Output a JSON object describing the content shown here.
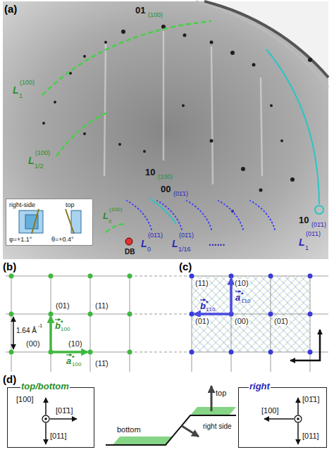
{
  "diagram": {
    "nodes": [
      {
        "text": [
          "right-side",
          "top",
          "φ=+1.1°",
          "θ=+0.4°"
        ]
      },
      {
        "text": [
          "top/bottom",
          "[100]",
          "[01̄1]",
          "[011]"
        ]
      },
      {
        "text": [
          "right",
          "[01̄1]",
          "[100]",
          "[011]"
        ]
      }
    ],
    "labels": [
      "(a)",
      "01",
      "(100)",
      "L",
      "1",
      "(100)",
      "L",
      "1/2",
      "(100)",
      "10",
      "(100)",
      "00",
      "(01̄1)",
      "L",
      "0",
      "(100)",
      "DB",
      "L",
      "0",
      "(01̄1)",
      "L",
      "1/16",
      "(01̄1)",
      "......",
      "L",
      "1",
      "(01̄1)",
      "10",
      "(01̄1)",
      "(b)",
      "(01)",
      "(11)",
      "(00)",
      "(10)",
      "(11̄)",
      "1.64 Å",
      "-1",
      "a",
      "*",
      "100",
      "b",
      "*",
      "100",
      "(c)",
      "(11)",
      "(10)",
      "(01)",
      "(00)",
      "(01̄)",
      "a",
      "*",
      "1̄10",
      "b",
      "*",
      "1̄10",
      "(d)",
      "top",
      "right side",
      "bottom"
    ]
  }
}
